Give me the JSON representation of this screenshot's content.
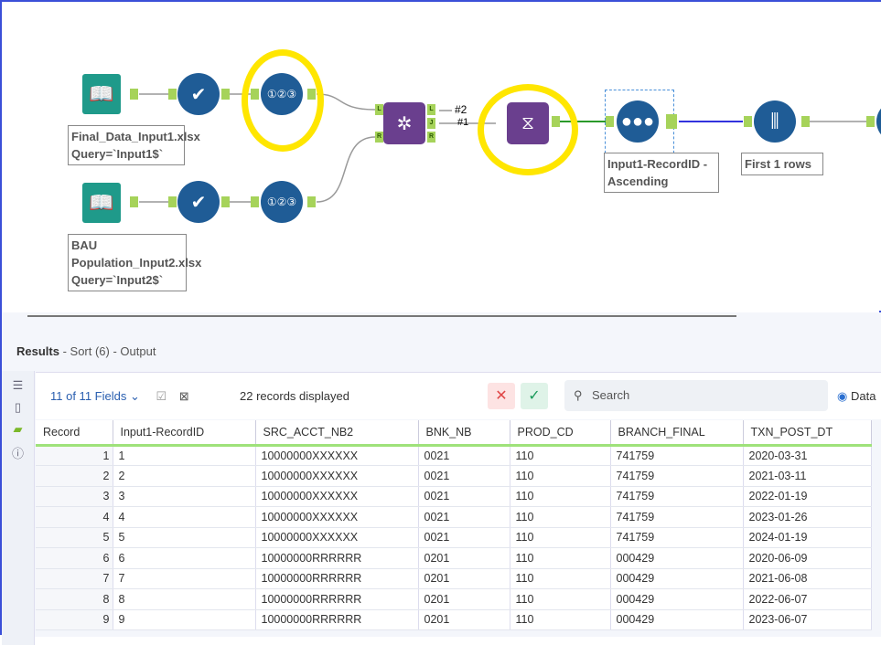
{
  "canvas": {
    "input1_label": "Final_Data_Input1.xlsx Query=`Input1$`",
    "input2_label": "BAU Population_Input2.xlsx Query=`Input2$`",
    "join_out_2": "#2",
    "join_out_1": "#1",
    "sort_label": "Input1-RecordID - Ascending",
    "sample_label": "First 1 rows",
    "anchors": {
      "L": "L",
      "J": "J",
      "R": "R"
    }
  },
  "results": {
    "title": "Results",
    "subtitle": " - Sort (6) - Output",
    "fields": "11 of 11 Fields",
    "records": "22 records displayed",
    "search_placeholder": "Search",
    "radio_label": "Data",
    "columns": [
      "Record",
      "Input1-RecordID",
      "SRC_ACCT_NB2",
      "BNK_NB",
      "PROD_CD",
      "BRANCH_FINAL",
      "TXN_POST_DT"
    ],
    "rows": [
      [
        "1",
        "1",
        "10000000XXXXXX",
        "0021",
        "110",
        "741759",
        "2020-03-31"
      ],
      [
        "2",
        "2",
        "10000000XXXXXX",
        "0021",
        "110",
        "741759",
        "2021-03-11"
      ],
      [
        "3",
        "3",
        "10000000XXXXXX",
        "0021",
        "110",
        "741759",
        "2022-01-19"
      ],
      [
        "4",
        "4",
        "10000000XXXXXX",
        "0021",
        "110",
        "741759",
        "2023-01-26"
      ],
      [
        "5",
        "5",
        "10000000XXXXXX",
        "0021",
        "110",
        "741759",
        "2024-01-19"
      ],
      [
        "6",
        "6",
        "10000000RRRRRR",
        "0201",
        "110",
        "000429",
        "2020-06-09"
      ],
      [
        "7",
        "7",
        "10000000RRRRRR",
        "0201",
        "110",
        "000429",
        "2021-06-08"
      ],
      [
        "8",
        "8",
        "10000000RRRRRR",
        "0201",
        "110",
        "000429",
        "2022-06-07"
      ],
      [
        "9",
        "9",
        "10000000RRRRRR",
        "0201",
        "110",
        "000429",
        "2023-06-07"
      ]
    ]
  }
}
